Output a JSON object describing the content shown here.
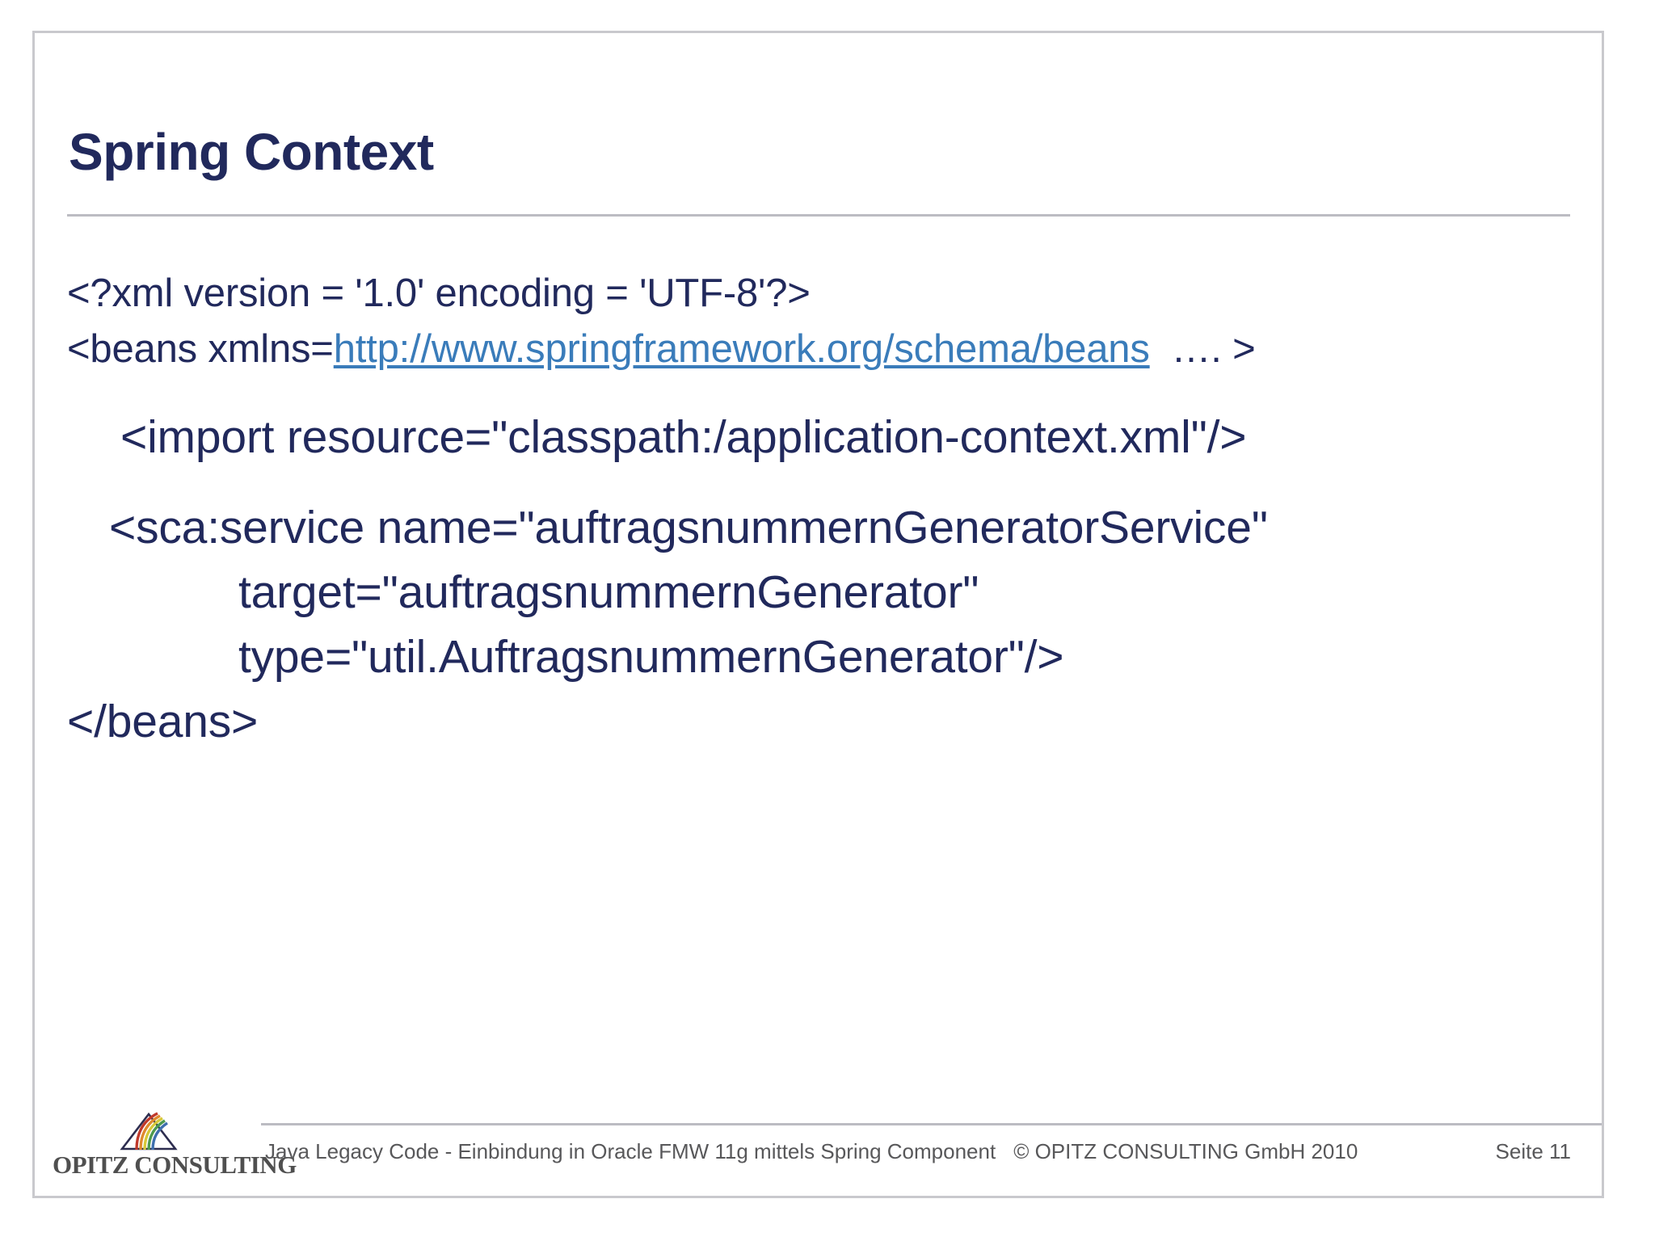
{
  "slide": {
    "title": "Spring Context",
    "code": {
      "line1": "<?xml version = '1.0' encoding = 'UTF-8'?>",
      "line2_prefix": "<beans xmlns=",
      "line2_link": "http://www.springframework.org/schema/beans",
      "line2_suffix": "  …. >",
      "line3": "<import resource=\"classpath:/application-context.xml\"/>",
      "line4": "<sca:service name=\"auftragsnummernGeneratorService\"",
      "line5": "target=\"auftragsnummernGenerator\"",
      "line6": "type=\"util.AuftragsnummernGenerator\"/>",
      "line7": "</beans>"
    }
  },
  "footer": {
    "logo_text": "OPITZ CONSULTING",
    "presentation_title": "Java Legacy Code - Einbindung in Oracle FMW 11g mittels Spring Component",
    "copyright": "© OPITZ CONSULTING GmbH 2010",
    "page_label": "Seite 11"
  },
  "colors": {
    "title_navy": "#21295c",
    "link_blue": "#3a7cba",
    "rule_gray": "#bcbcc2",
    "footer_gray": "#58585a"
  }
}
